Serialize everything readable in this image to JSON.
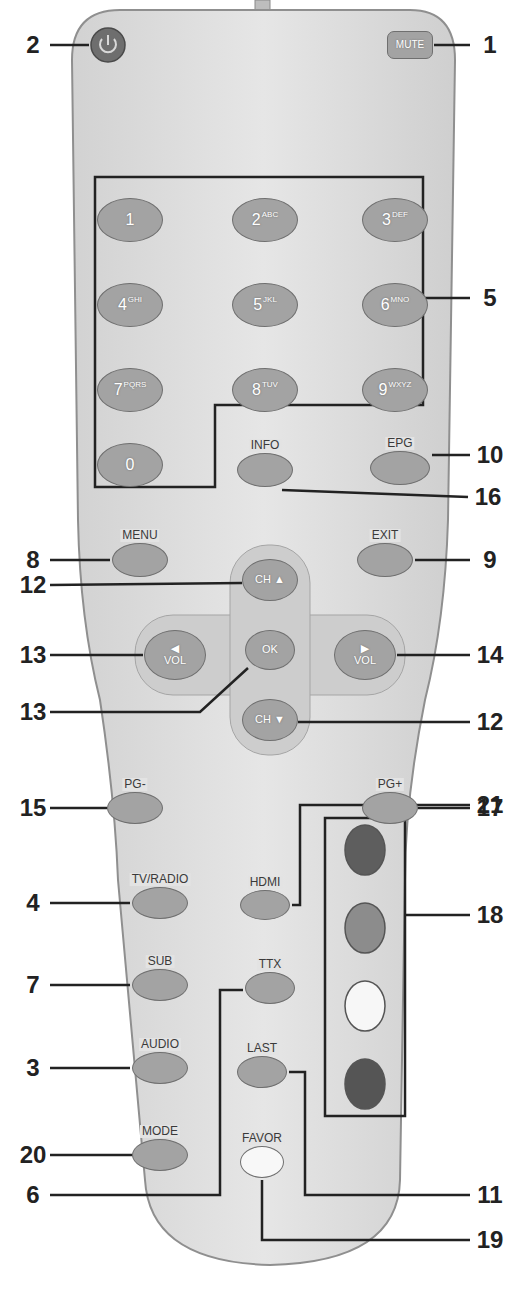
{
  "diagram": {
    "nodes": [
      {
        "text": [
          "MUTE"
        ]
      },
      {
        "text": [
          "1"
        ]
      },
      {
        "text": [
          "2",
          "ABC"
        ]
      },
      {
        "text": [
          "3",
          "DEF"
        ]
      },
      {
        "text": [
          "4",
          "GHI"
        ]
      },
      {
        "text": [
          "5",
          "JKL"
        ]
      },
      {
        "text": [
          "6",
          "MNO"
        ]
      },
      {
        "text": [
          "7",
          "PQRS"
        ]
      },
      {
        "text": [
          "8",
          "TUV"
        ]
      },
      {
        "text": [
          "9",
          "WXYZ"
        ]
      },
      {
        "text": [
          "0"
        ]
      },
      {
        "text": [
          "INFO"
        ]
      },
      {
        "text": [
          "EPG"
        ]
      },
      {
        "text": [
          "MENU"
        ]
      },
      {
        "text": [
          "EXIT"
        ]
      },
      {
        "text": [
          "CH ▲"
        ]
      },
      {
        "text": [
          "◀ VOL"
        ]
      },
      {
        "text": [
          "OK"
        ]
      },
      {
        "text": [
          "▶ VOL"
        ]
      },
      {
        "text": [
          "CH ▼"
        ]
      },
      {
        "text": [
          "PG-"
        ]
      },
      {
        "text": [
          "PG+"
        ]
      },
      {
        "text": [
          "TV/RADIO"
        ]
      },
      {
        "text": [
          "HDMI"
        ]
      },
      {
        "text": [
          "SUB"
        ]
      },
      {
        "text": [
          "TTX"
        ]
      },
      {
        "text": [
          "AUDIO"
        ]
      },
      {
        "text": [
          "LAST"
        ]
      },
      {
        "text": [
          "MODE"
        ]
      },
      {
        "text": [
          "FAVOR"
        ]
      }
    ],
    "labels": [
      "2",
      "1",
      "5",
      "10",
      "16",
      "8",
      "9",
      "12",
      "13",
      "14",
      "13",
      "12",
      "15",
      "17",
      "21",
      "4",
      "7",
      "18",
      "3",
      "6",
      "20",
      "11",
      "19"
    ]
  }
}
